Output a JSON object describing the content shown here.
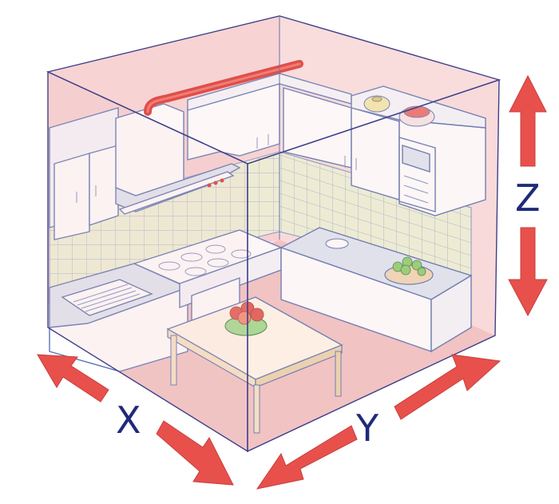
{
  "labels": {
    "x": "X",
    "y": "Y",
    "z": "Z"
  },
  "colors": {
    "arrow": "#e8504c",
    "label": "#1f2a7a",
    "room_tint": "#f6c9c9",
    "cabinet_line": "#5c74b0",
    "tile_wall": "#eef2d8",
    "duct": "#d9332b",
    "fruit_red": "#e0574e",
    "fruit_green": "#8ccf6e"
  },
  "icons": [
    "range-hood-icon",
    "stove-icon",
    "sink-icon",
    "table-icon",
    "fruit-bowl-icon",
    "microwave-icon",
    "ventilation-duct-icon"
  ]
}
